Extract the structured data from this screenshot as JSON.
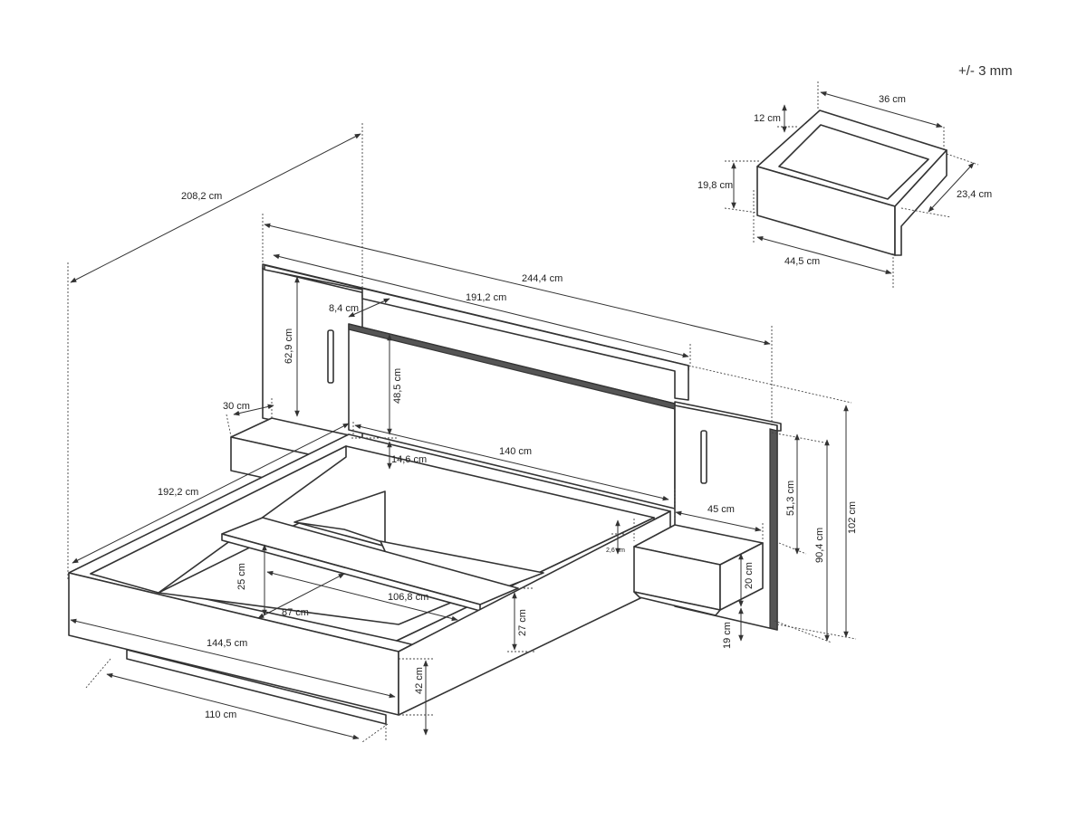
{
  "tolerance": "+/- 3 mm",
  "dimensions": {
    "total_length": "208,2 cm",
    "total_width": "244,4 cm",
    "headboard_width": "191,2 cm",
    "headboard_gap": "8,4 cm",
    "side_panel_height": "62,9 cm",
    "headboard_height": "48,5 cm",
    "nightstand_depth_left": "30 cm",
    "backrest_gap": "14,6 cm",
    "mattress_width": "140 cm",
    "frame_length": "192,2 cm",
    "nightstand_depth_right": "45 cm",
    "shelf_thickness": "2,6 cm",
    "side_panel_lower": "51,3 cm",
    "side_panel_total": "90,4 cm",
    "total_height": "102 cm",
    "frame_inner_height": "25 cm",
    "slat_width": "87 cm",
    "slat_length": "106,8 cm",
    "frame_side_height": "27 cm",
    "nightstand_height": "20 cm",
    "nightstand_clearance": "19 cm",
    "frame_front_width": "144,5 cm",
    "base_width": "110 cm",
    "bed_height": "42 cm"
  },
  "drawer": {
    "width": "36 cm",
    "depth": "23,4 cm",
    "side_height": "12 cm",
    "front_height": "19,8 cm",
    "front_width": "44,5 cm"
  }
}
